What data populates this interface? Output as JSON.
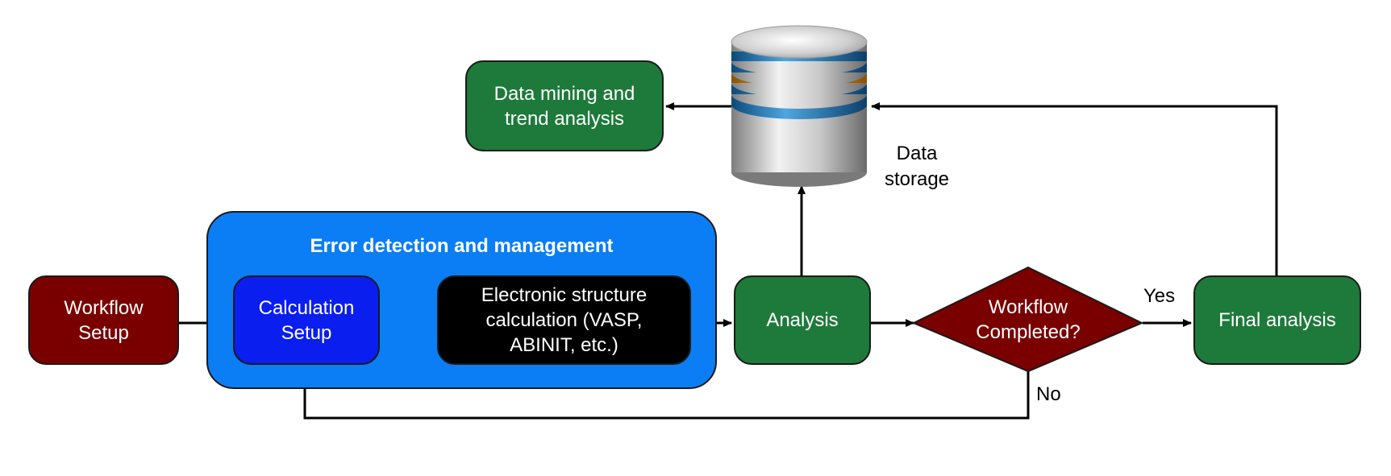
{
  "nodes": {
    "workflow_setup": "Workflow\nSetup",
    "calculation_setup": "Calculation\nSetup",
    "electronic_structure": "Electronic structure\ncalculation (VASP,\nABINIT, etc.)",
    "analysis": "Analysis",
    "workflow_completed": "Workflow\nCompleted?",
    "final_analysis": "Final analysis",
    "data_mining": "Data mining and\ntrend analysis",
    "data_storage": "Data\nstorage"
  },
  "group": {
    "error_detection": "Error detection and management"
  },
  "edge_labels": {
    "yes": "Yes",
    "no": "No"
  },
  "colors": {
    "maroon": "#7a0000",
    "green": "#1e7a3a",
    "blue_group": "#0b7df5",
    "blue_box": "#0a1ef0",
    "black_box": "#000000"
  }
}
